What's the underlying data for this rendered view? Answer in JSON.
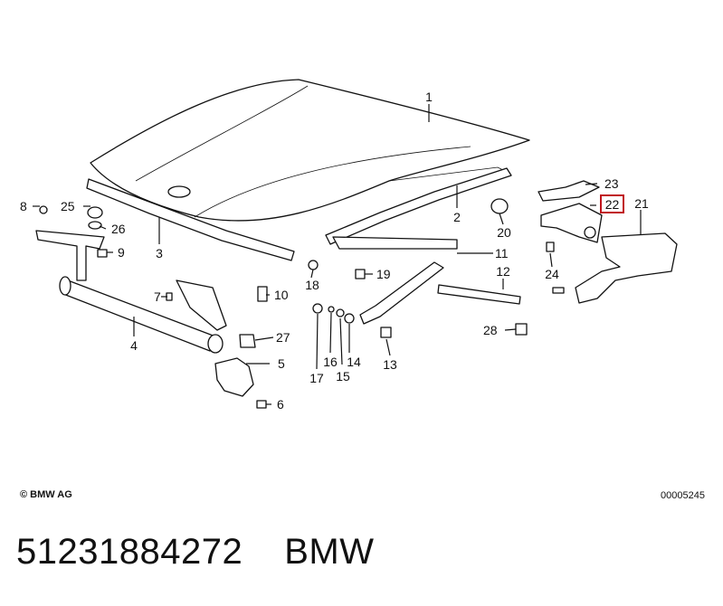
{
  "callouts": {
    "p1": "1",
    "p2": "2",
    "p3": "3",
    "p4": "4",
    "p5": "5",
    "p6": "6",
    "p7": "7",
    "p8": "8",
    "p9": "9",
    "p10": "10",
    "p11": "11",
    "p12": "12",
    "p13": "13",
    "p14": "14",
    "p15": "15",
    "p16": "16",
    "p17": "17",
    "p18": "18",
    "p19": "19",
    "p20": "20",
    "p21": "21",
    "p22": "22",
    "p23": "23",
    "p24": "24",
    "p25": "25",
    "p26": "26",
    "p27": "27",
    "p28": "28"
  },
  "highlight_color": "#c0141c",
  "copyright": "© BMW AG",
  "figure_number": "00005245",
  "footer": {
    "part_number": "51231884272",
    "brand": "BMW"
  }
}
